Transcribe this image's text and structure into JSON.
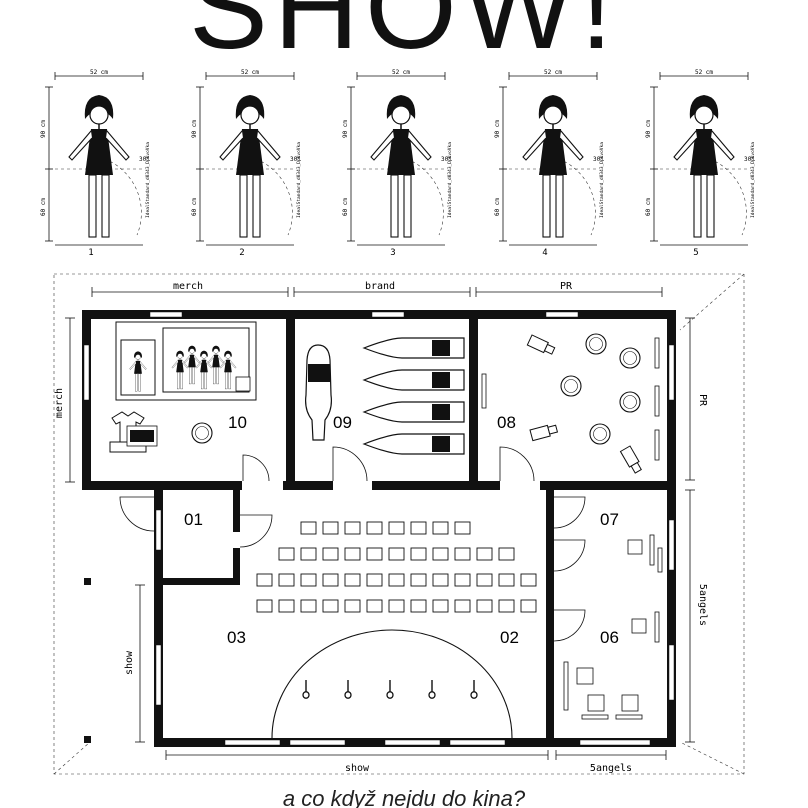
{
  "title": "SHOW!",
  "figures": {
    "width_label": "52 cm",
    "upper_label": "90 cm",
    "lower_label": "60 cm",
    "angle_label": "30°",
    "vertical_note": "IdealStandard_d0343_DpKvoVka",
    "numbers": [
      "1",
      "2",
      "3",
      "4",
      "5"
    ]
  },
  "floorplan": {
    "zone_labels": {
      "merch_top": "merch",
      "brand": "brand",
      "pr_top": "PR",
      "merch_side": "merch",
      "pr_side": "PR",
      "angels_side": "5angels",
      "show_side": "show",
      "show_bottom": "show",
      "angels_bottom": "5angels"
    },
    "rooms": {
      "r10": "10",
      "r09": "09",
      "r08": "08",
      "r01": "01",
      "r07": "07",
      "r03": "03",
      "r02": "02",
      "r06": "06"
    }
  },
  "footer_handwriting": "a co když nejdu do kina?"
}
